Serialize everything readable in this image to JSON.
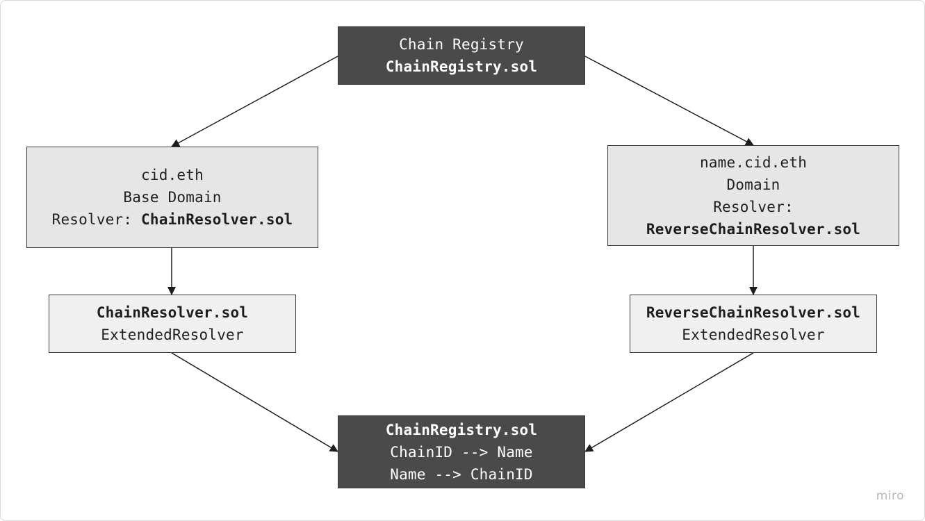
{
  "nodes": {
    "chain_registry": {
      "title": "Chain Registry",
      "file": "ChainRegistry.sol"
    },
    "cid_eth": {
      "domain": "cid.eth",
      "type": "Base Domain",
      "resolver_label": "Resolver: ",
      "resolver_file": "ChainResolver.sol"
    },
    "name_cid_eth": {
      "domain": "name.cid.eth",
      "type": "Domain",
      "resolver_label": "Resolver:",
      "resolver_file": "ReverseChainResolver.sol"
    },
    "chain_resolver": {
      "file": "ChainResolver.sol",
      "interface": "ExtendedResolver"
    },
    "reverse_chain_resolver": {
      "file": "ReverseChainResolver.sol",
      "interface": "ExtendedResolver"
    },
    "chain_registry_mapping": {
      "file": "ChainRegistry.sol",
      "forward": "ChainID --> Name",
      "reverse": "Name --> ChainID"
    }
  },
  "edges": [
    {
      "from": "chain_registry",
      "to": "cid_eth"
    },
    {
      "from": "chain_registry",
      "to": "name_cid_eth"
    },
    {
      "from": "cid_eth",
      "to": "chain_resolver"
    },
    {
      "from": "name_cid_eth",
      "to": "reverse_chain_resolver"
    },
    {
      "from": "chain_resolver",
      "to": "chain_registry_mapping"
    },
    {
      "from": "reverse_chain_resolver",
      "to": "chain_registry_mapping"
    }
  ],
  "colors": {
    "dark_node": "#4a4a4a",
    "mid_node": "#e6e6e6",
    "light_node": "#f0f0f0",
    "edge": "#1e1e1e"
  },
  "watermark": "miro"
}
